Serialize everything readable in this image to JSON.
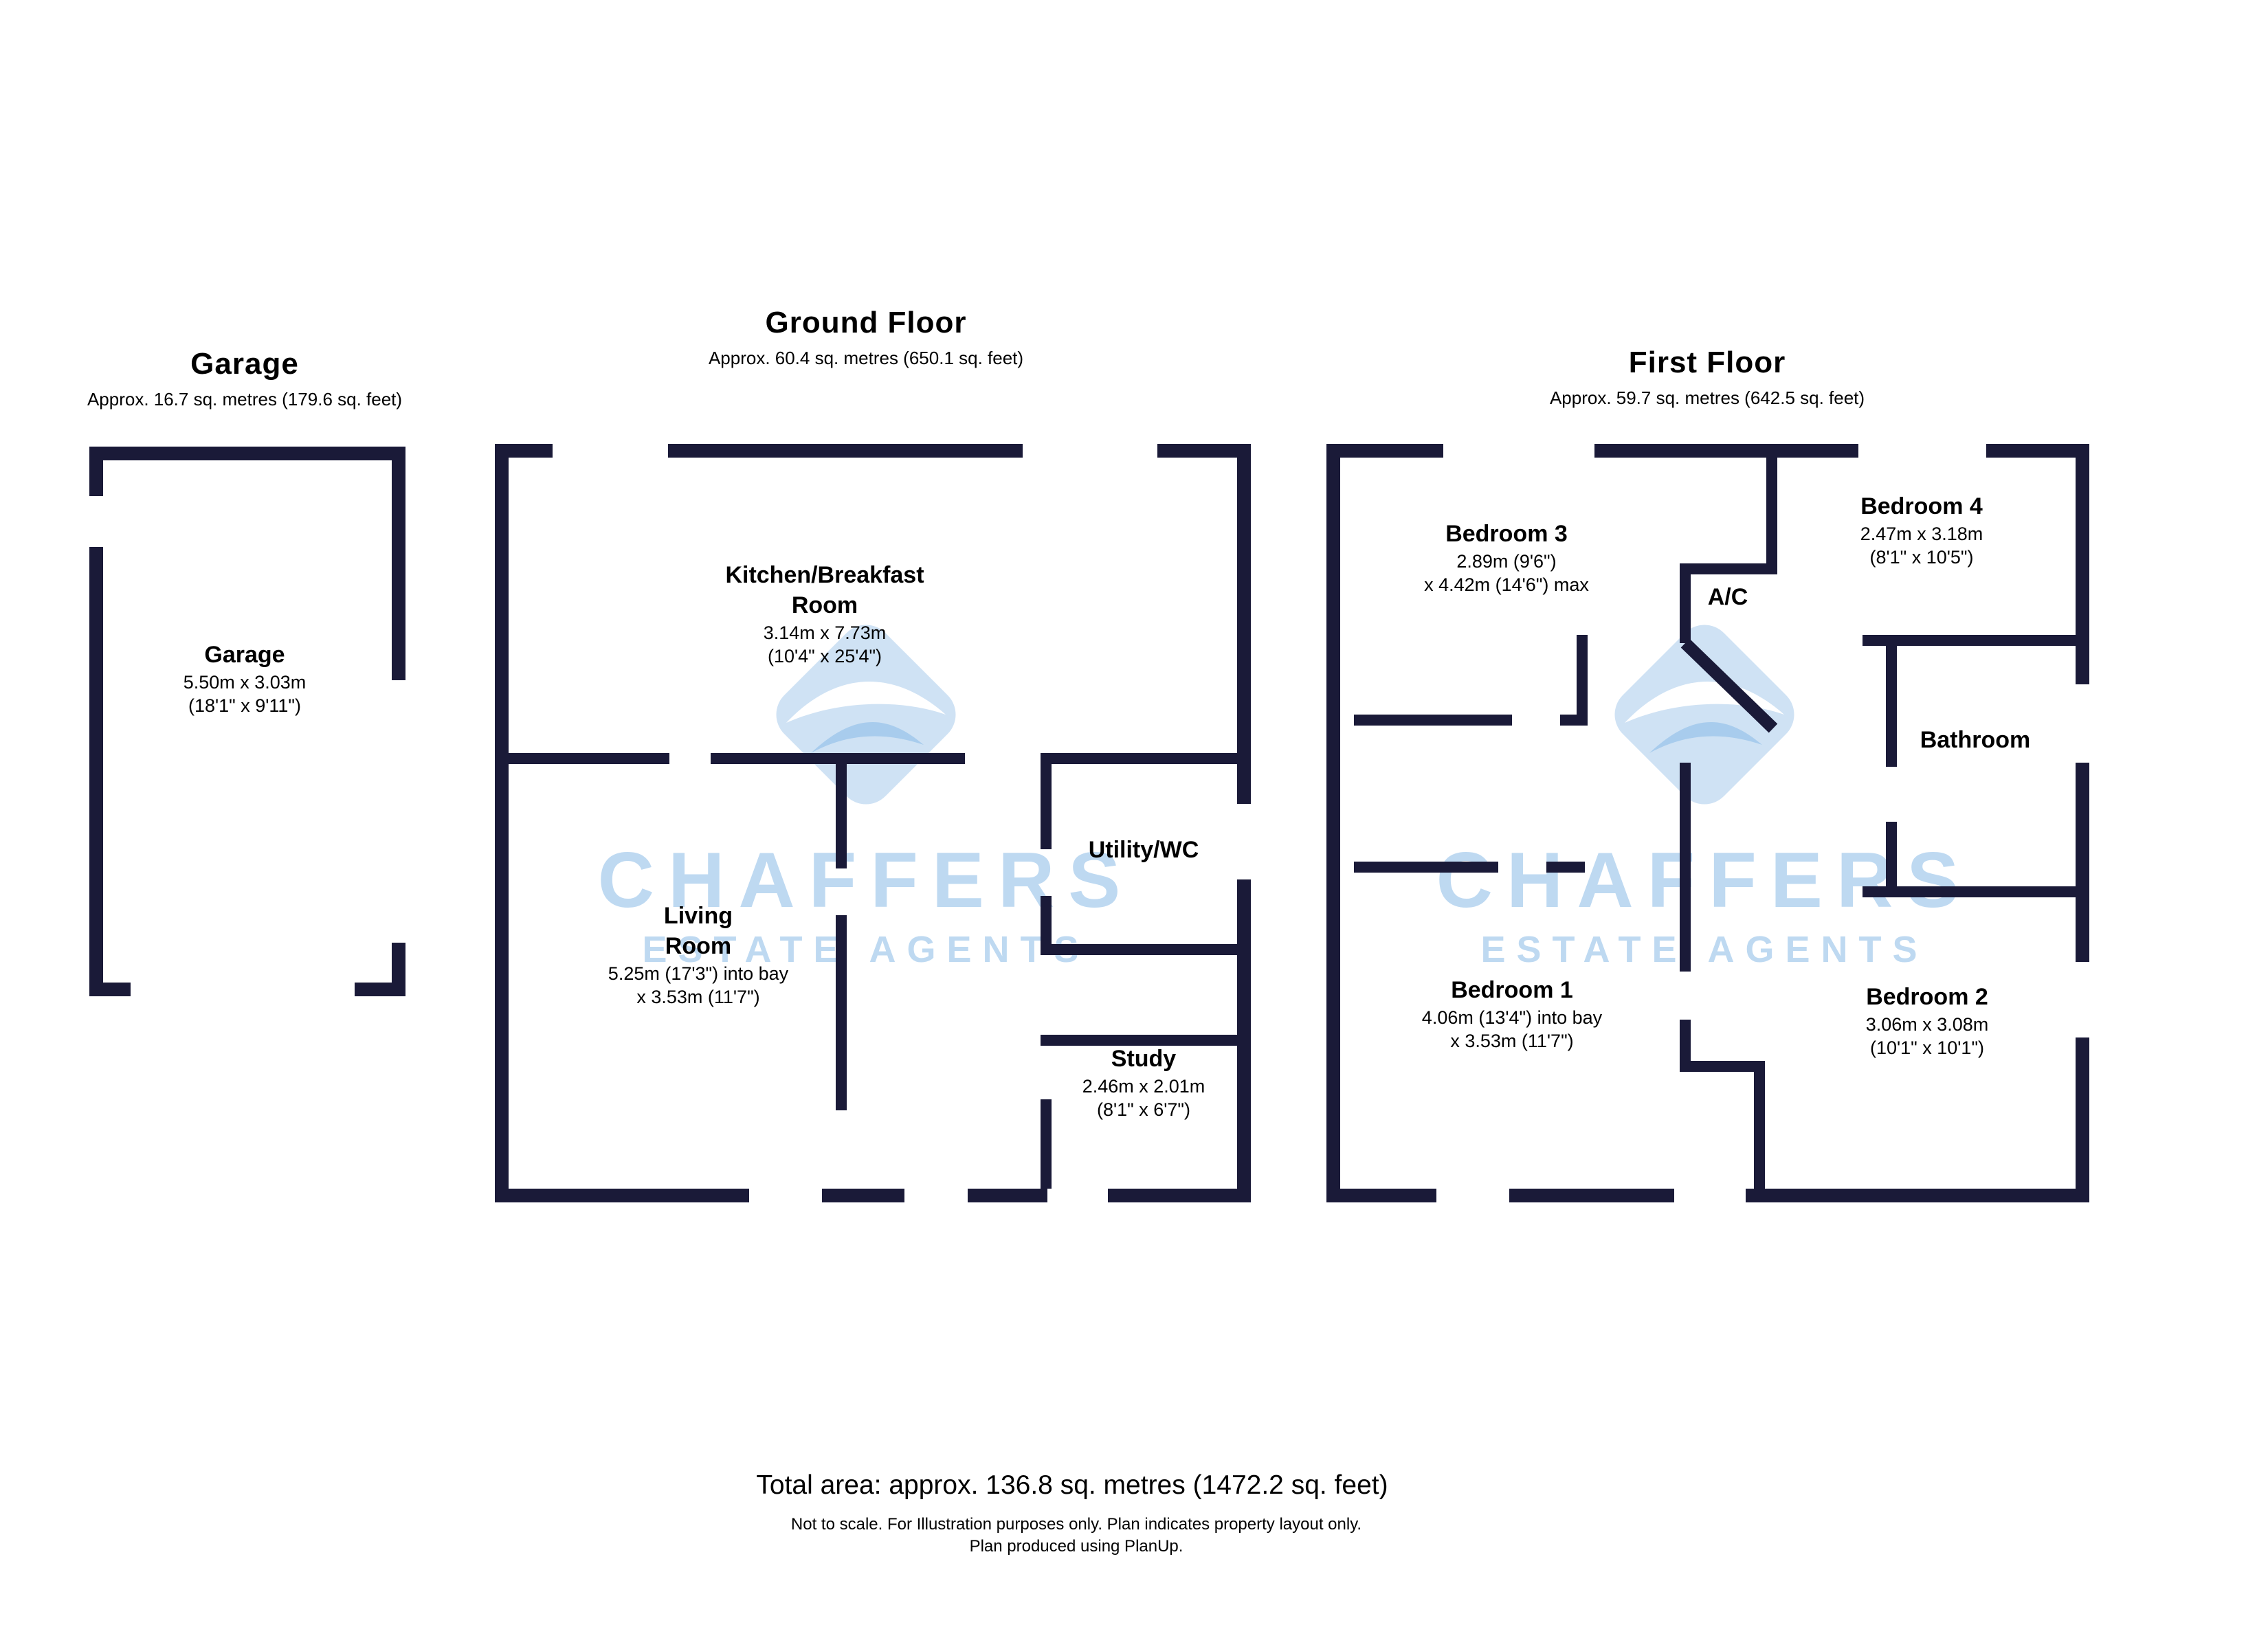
{
  "colors": {
    "wall": "#1a1a38",
    "watermark_text": "#b7d5f0",
    "watermark_logo_light": "#cadff3",
    "watermark_logo_dark": "#9fc7eb"
  },
  "sections": {
    "garage": {
      "title": "Garage",
      "area": "Approx. 16.7 sq. metres (179.6 sq. feet)"
    },
    "ground": {
      "title": "Ground Floor",
      "area": "Approx. 60.4 sq. metres (650.1 sq. feet)"
    },
    "first": {
      "title": "First Floor",
      "area": "Approx. 59.7 sq. metres (642.5 sq. feet)"
    }
  },
  "rooms": {
    "garage": {
      "name": "Garage",
      "dim1": "5.50m x 3.03m",
      "dim2": "(18'1\" x 9'11\")"
    },
    "kitchen": {
      "name": "Kitchen/Breakfast Room",
      "dim1": "3.14m x 7.73m",
      "dim2": "(10'4\" x 25'4\")"
    },
    "living": {
      "name": "Living Room",
      "dim1": "5.25m (17'3\") into bay",
      "dim2": "x 3.53m (11'7\")"
    },
    "utility": {
      "name": "Utility/WC"
    },
    "study": {
      "name": "Study",
      "dim1": "2.46m x 2.01m",
      "dim2": "(8'1\" x 6'7\")"
    },
    "bedroom3": {
      "name": "Bedroom 3",
      "dim1": "2.89m (9'6\")",
      "dim2": "x 4.42m (14'6\") max"
    },
    "bedroom4": {
      "name": "Bedroom 4",
      "dim1": "2.47m x 3.18m",
      "dim2": "(8'1\" x 10'5\")"
    },
    "ac": {
      "name": "A/C"
    },
    "bathroom": {
      "name": "Bathroom"
    },
    "bedroom1": {
      "name": "Bedroom 1",
      "dim1": "4.06m (13'4\") into bay",
      "dim2": "x 3.53m (11'7\")"
    },
    "bedroom2": {
      "name": "Bedroom 2",
      "dim1": "3.06m x 3.08m",
      "dim2": "(10'1\" x 10'1\")"
    }
  },
  "watermark": {
    "line1": "CHAFFERS",
    "line2": "ESTATE AGENTS"
  },
  "footer": {
    "total": "Total area: approx. 136.8 sq. metres (1472.2 sq. feet)",
    "disclaimer": "Not to scale. For Illustration purposes only. Plan indicates property layout only.",
    "producer": "Plan produced using PlanUp."
  }
}
